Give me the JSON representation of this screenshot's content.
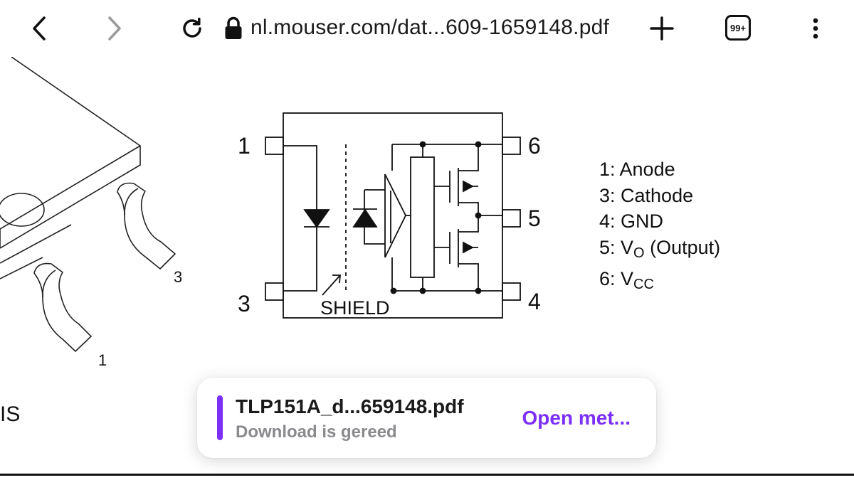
{
  "toolbar": {
    "url": "nl.mouser.com/dat...609-1659148.pdf",
    "tab_count": "99+"
  },
  "diagram": {
    "pins_left": [
      "1",
      "3"
    ],
    "pins_right": [
      "6",
      "5",
      "4"
    ],
    "shield_label": "SHIELD",
    "package_pins": [
      "3",
      "1"
    ]
  },
  "legend": {
    "items": [
      {
        "main": "1: Anode",
        "sub": "",
        "suffix": ""
      },
      {
        "main": "3: Cathode",
        "sub": "",
        "suffix": ""
      },
      {
        "main": "4: GND",
        "sub": "",
        "suffix": ""
      },
      {
        "main": "5: V",
        "sub": "O",
        "suffix": " (Output)"
      },
      {
        "main": "6: V",
        "sub": "CC",
        "suffix": ""
      }
    ]
  },
  "page_fragment": "IS",
  "download": {
    "filename": "TLP151A_d...659148.pdf",
    "status": "Download is gereed",
    "action": "Open met...",
    "accent": "#7b2ff7"
  }
}
